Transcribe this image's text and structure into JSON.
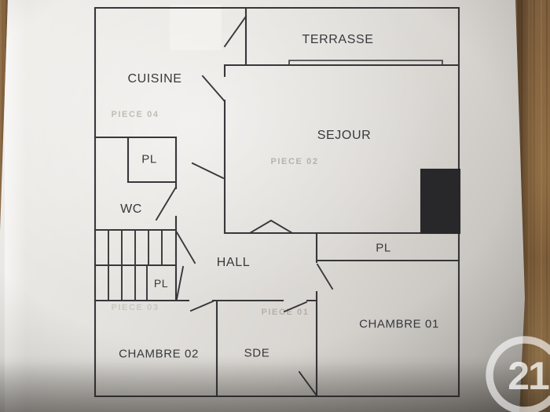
{
  "floorplan": {
    "rooms": {
      "terrasse": {
        "label": "TERRASSE"
      },
      "cuisine": {
        "label": "CUISINE"
      },
      "sejour": {
        "label": "SEJOUR"
      },
      "pl_cuisine": {
        "label": "PL"
      },
      "wc": {
        "label": "WC"
      },
      "hall": {
        "label": "HALL"
      },
      "pl_stairs": {
        "label": "PL"
      },
      "pl_hall": {
        "label": "PL"
      },
      "chambre01": {
        "label": "CHAMBRE 01"
      },
      "chambre02": {
        "label": "CHAMBRE 02"
      },
      "sde": {
        "label": "SDE"
      }
    },
    "watermarks": {
      "piece01": {
        "label": "PIECE 01"
      },
      "piece02": {
        "label": "PIECE 02"
      },
      "piece03": {
        "label": "PIECE 03"
      },
      "piece04": {
        "label": "PIECE 04"
      }
    },
    "logo": {
      "text": "21"
    },
    "colors": {
      "paper": "#e2dfdb",
      "ink": "#2b2a2e",
      "wood": "#7c5b38",
      "watermark": "#867f73",
      "logo_white": "#ffffff"
    }
  }
}
